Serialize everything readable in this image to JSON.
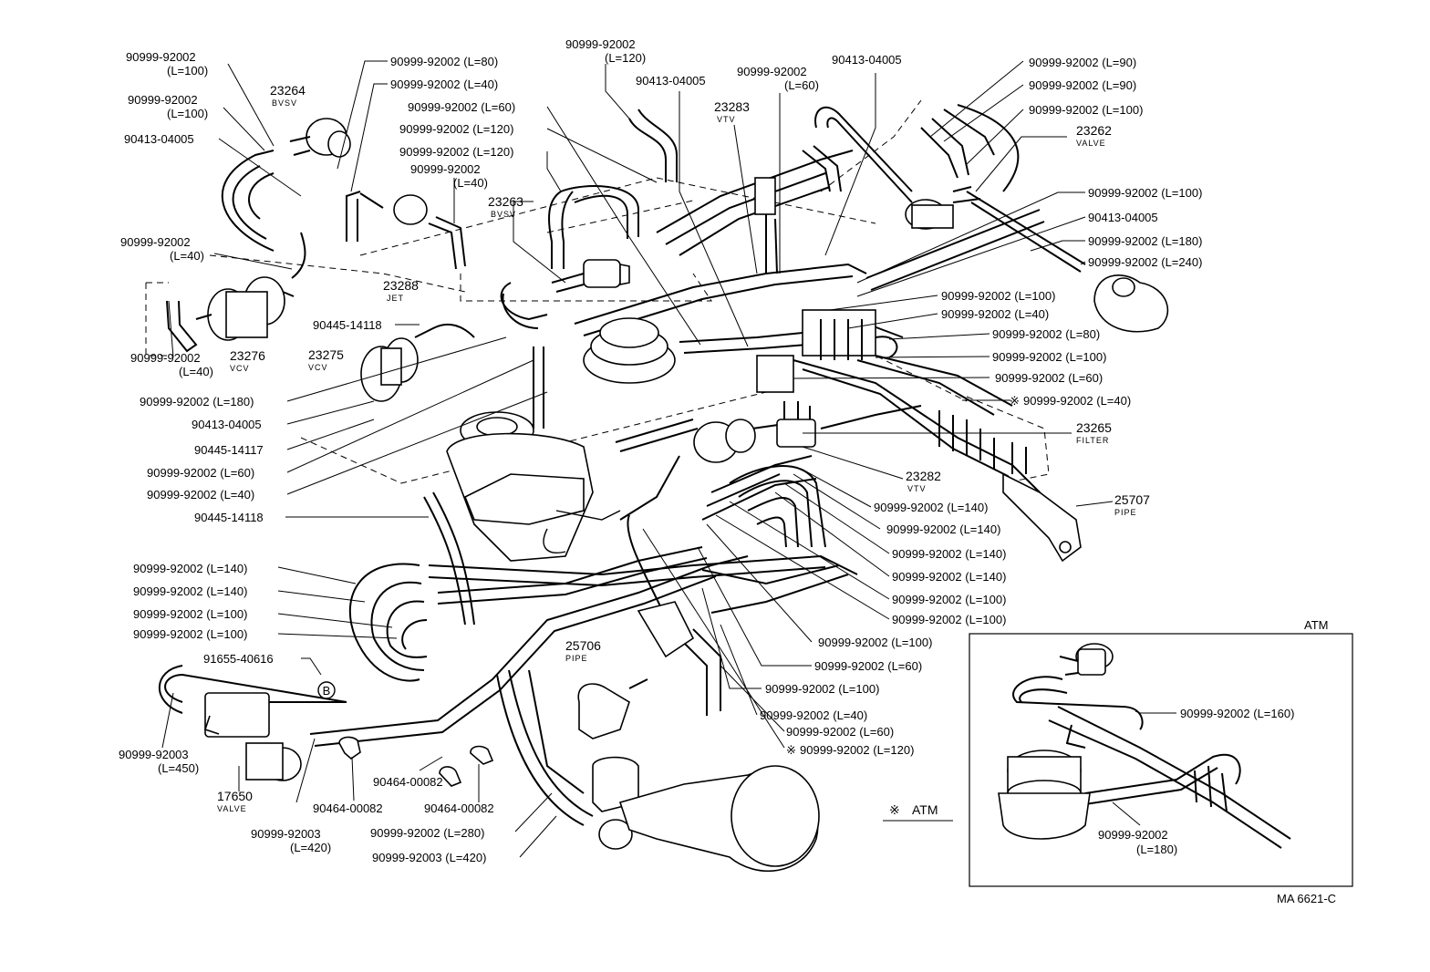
{
  "diagram": {
    "callouts": {
      "c1": "90999-92002",
      "c1b": "(L=100)",
      "c2": "90999-92002",
      "c2b": "(L=100)",
      "c3": "90413-04005",
      "c4": "90999-92002",
      "c4b": "(L=40)",
      "c5": "90999-92002",
      "c5b": "(L=40)",
      "c6": "90999-92002 (L=80)",
      "c7": "90999-92002 (L=40)",
      "c8": "90999-92002 (L=60)",
      "c9": "90999-92002 (L=120)",
      "c10": "90999-92002 (L=120)",
      "c11": "90999-92002",
      "c11b": "(L=40)",
      "c12": "90999-92002",
      "c12b": "(L=120)",
      "c13": "90413-04005",
      "c14": "90999-92002",
      "c14b": "(L=60)",
      "c15": "90413-04005",
      "c16": "90999-92002 (L=90)",
      "c17": "90999-92002 (L=90)",
      "c18": "90999-92002 (L=100)",
      "c19": "90999-92002 (L=100)",
      "c20": "90413-04005",
      "c21": "90999-92002 (L=180)",
      "c22": "90999-92002 (L=240)",
      "c23": "90999-92002 (L=100)",
      "c24": "90999-92002 (L=40)",
      "c25": "90999-92002 (L=80)",
      "c26": "90999-92002 (L=100)",
      "c27": "90999-92002 (L=60)",
      "c28": "90999-92002 (L=40)",
      "c29": "90445-14118",
      "c30": "90999-92002 (L=180)",
      "c31": "90413-04005",
      "c32": "90445-14117",
      "c33": "90999-92002 (L=60)",
      "c34": "90999-92002 (L=40)",
      "c35": "90445-14118",
      "c36": "90999-92002 (L=140)",
      "c37": "90999-92002 (L=140)",
      "c38": "90999-92002 (L=100)",
      "c39": "90999-92002 (L=100)",
      "c40": "91655-40616",
      "c41": "90999-92003",
      "c41b": "(L=450)",
      "c42": "90999-92003",
      "c42b": "(L=420)",
      "c43": "90464-00082",
      "c44": "90464-00082",
      "c45": "90464-00082",
      "c46": "90999-92002 (L=280)",
      "c47": "90999-92003 (L=420)",
      "c48": "90999-92002 (L=140)",
      "c49": "90999-92002 (L=140)",
      "c50": "90999-92002 (L=140)",
      "c51": "90999-92002 (L=140)",
      "c52": "90999-92002 (L=100)",
      "c53": "90999-92002 (L=100)",
      "c54": "90999-92002 (L=100)",
      "c55": "90999-92002 (L=60)",
      "c56": "90999-92002 (L=100)",
      "c57": "90999-92002 (L=40)",
      "c58": "90999-92002 (L=60)",
      "c59": "90999-92002 (L=120)",
      "c60": "90999-92002 (L=160)",
      "c61": "90999-92002",
      "c61b": "(L=180)"
    },
    "parts": {
      "p23264": "23264",
      "p23264s": "BVSV",
      "p23283": "23283",
      "p23283s": "VTV",
      "p23262": "23262",
      "p23262s": "VALVE",
      "p23263": "23263",
      "p23263s": "BVSV",
      "p23288": "23288",
      "p23288s": "JET",
      "p23276": "23276",
      "p23276s": "VCV",
      "p23275": "23275",
      "p23275s": "VCV",
      "p23265": "23265",
      "p23265s": "FILTER",
      "p23282": "23282",
      "p23282s": "VTV",
      "p25707": "25707",
      "p25707s": "PIPE",
      "p25706": "25706",
      "p25706s": "PIPE",
      "p17650": "17650",
      "p17650s": "VALVE"
    },
    "marker_b": "B",
    "atm_note_symbol": "※",
    "atm_note_text": "ATM",
    "inset_title": "ATM",
    "drawing_code": "MA 6621-C"
  }
}
